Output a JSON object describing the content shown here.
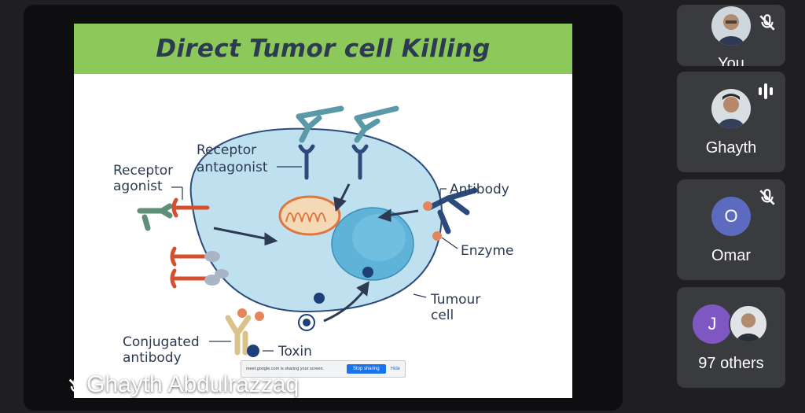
{
  "stage": {
    "slide_title": "Direct Tumor cell Killing",
    "labels": {
      "receptor_agonist_1": "Receptor",
      "receptor_agonist_2": "agonist",
      "receptor_antagonist_1": "Receptor",
      "receptor_antagonist_2": "antagonist",
      "antibody": "Antibody",
      "enzyme": "Enzyme",
      "tumour_cell_1": "Tumour",
      "tumour_cell_2": "cell",
      "conjugated_antibody_1": "Conjugated",
      "conjugated_antibody_2": "antibody",
      "toxin": "Toxin"
    },
    "share_bar": {
      "text": "meet.google.com is sharing your screen.",
      "stop_label": "Stop sharing",
      "hide_label": "Hide"
    },
    "presenter_name": "Ghayth Abdulrazzaq"
  },
  "participants": {
    "you": {
      "name": "You"
    },
    "ghayth": {
      "name": "Ghayth"
    },
    "omar": {
      "name": "Omar",
      "initial": "O",
      "color": "#5c6bc0"
    },
    "others": {
      "name": "97 others",
      "initial": "J",
      "color": "#7e57c2"
    }
  }
}
